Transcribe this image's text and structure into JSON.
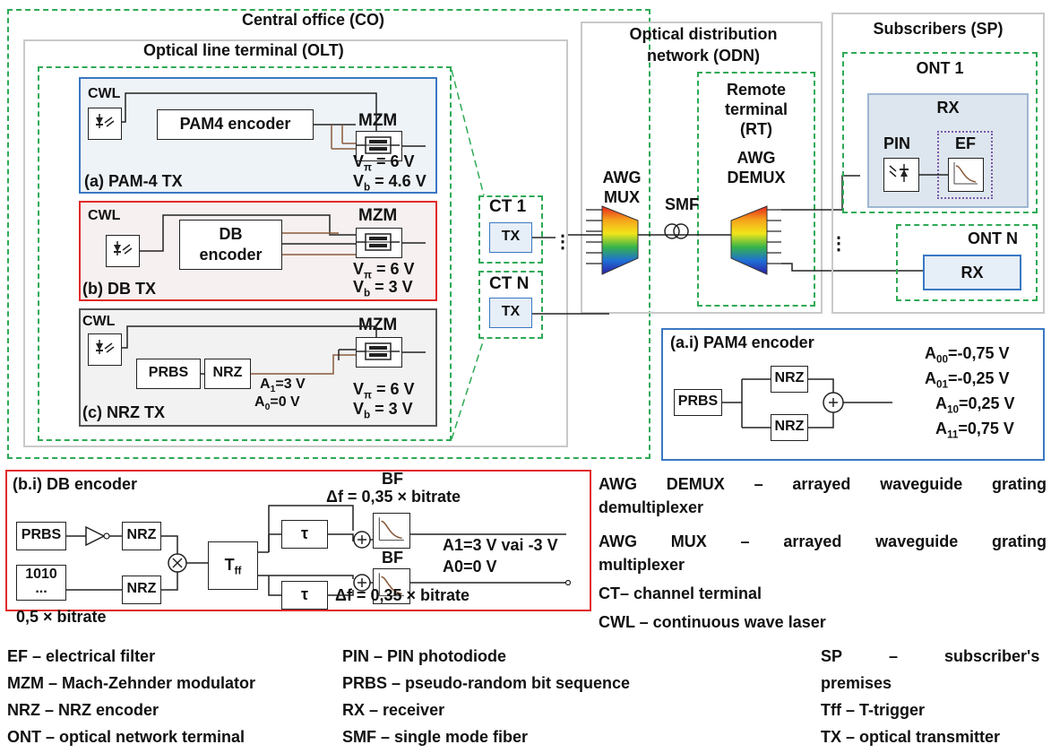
{
  "co": {
    "title": "Central office (CO)"
  },
  "olt": {
    "title": "Optical line terminal (OLT)"
  },
  "odn": {
    "title_line1": "Optical distribution",
    "title_line2": "network (ODN)"
  },
  "rt": {
    "line1": "Remote",
    "line2": "terminal",
    "line3": "(RT)",
    "awg1": "AWG",
    "awg2": "DEMUX"
  },
  "sp": {
    "title": "Subscribers (SP)"
  },
  "ont1": {
    "title": "ONT 1",
    "rx": "RX",
    "pin": "PIN",
    "ef": "EF"
  },
  "ontn": {
    "title": "ONT N",
    "rx": "RX"
  },
  "mux": {
    "line1": "AWG",
    "line2": "MUX"
  },
  "smf": "SMF",
  "ct1": {
    "title": "CT 1",
    "tx": "TX"
  },
  "ctn": {
    "title": "CT N",
    "tx": "TX"
  },
  "pam4": {
    "cwl": "CWL",
    "encoder": "PAM4  encoder",
    "mzm": "MZM",
    "vpi": "V",
    "vpi_sub": "π",
    "vpi_val": " = 6 V",
    "vb": "V",
    "vb_sub": "b",
    "vb_val": " = 4.6 V",
    "caption": "(a) PAM-4 TX"
  },
  "db": {
    "cwl": "CWL",
    "enc1": "DB",
    "enc2": "encoder",
    "mzm": "MZM",
    "vpi": "V",
    "vpi_sub": "π",
    "vpi_val": " = 6 V",
    "vb": "V",
    "vb_sub": "b",
    "vb_val": " = 3 V",
    "caption": "(b) DB TX"
  },
  "nrz": {
    "cwl": "CWL",
    "prbs": "PRBS",
    "nrz": "NRZ",
    "mzm": "MZM",
    "a1": "A",
    "a1_sub": "1",
    "a1_val": "=3 V",
    "a0": "A",
    "a0_sub": "0",
    "a0_val": "=0 V",
    "vpi": "V",
    "vpi_sub": "π",
    "vpi_val": " = 6 V",
    "vb": "V",
    "vb_sub": "b",
    "vb_val": " = 3 V",
    "caption": "(c) NRZ TX"
  },
  "pam4_enc": {
    "title": "(a.i) PAM4 encoder",
    "prbs": "PRBS",
    "nrz1": "NRZ",
    "nrz2": "NRZ",
    "levels": [
      {
        "a": "A",
        "sub": "00",
        "val": "=-0,75 V"
      },
      {
        "a": "A",
        "sub": "01",
        "val": "=-0,25 V"
      },
      {
        "a": "A",
        "sub": "10",
        "val": "=0,25 V"
      },
      {
        "a": "A",
        "sub": "11",
        "val": "=0,75 V"
      }
    ]
  },
  "db_enc": {
    "title": "(b.i) DB encoder",
    "prbs": "PRBS",
    "nrz1": "NRZ",
    "nrz2": "NRZ",
    "pattern1": "1010",
    "pattern2": "...",
    "rate": "0,5 × bitrate",
    "tff": "T",
    "tff_sub": "ff",
    "tau1": "τ",
    "tau2": "τ",
    "bf1": "BF",
    "bf2": "BF",
    "df1": "Δf = 0,35 × bitrate",
    "df2": "Δf = 0,35 × bitrate",
    "a1": "A1=3 V vai -3 V",
    "a0": "A0=0 V"
  },
  "legend_right": [
    {
      "l1": "AWG DEMUX – arrayed waveguide grating",
      "l2": "demultiplexer"
    },
    {
      "l1": "AWG MUX – arrayed waveguide grating",
      "l2": "multiplexer"
    },
    {
      "l1": "CT– channel terminal"
    },
    {
      "l1": "CWL – continuous wave laser"
    }
  ],
  "legend_bottom": {
    "col1": [
      "EF – electrical filter",
      "MZM – Mach-Zehnder modulator",
      "NRZ – NRZ encoder",
      "ONT – optical network terminal"
    ],
    "col2": [
      "PIN – PIN photodiode",
      "PRBS – pseudo-random bit sequence",
      "RX – receiver",
      "SMF – single mode fiber"
    ],
    "col3_sp_a": "SP",
    "col3_sp_b": "–",
    "col3_sp_c": "subscriber's",
    "col3": [
      "premises",
      "Tff – T-trigger",
      "TX – optical transmitter"
    ]
  },
  "colors": {
    "green": "#2eaa55",
    "blue": "#3a78c2",
    "red": "#e02a2a",
    "gray": "#555555"
  },
  "icons": [
    "laser-icon",
    "modulator-icon",
    "photodiode-icon",
    "filter-icon",
    "adder-icon",
    "multiplier-icon",
    "inverter-icon",
    "fiber-spool-icon",
    "awg-icon"
  ]
}
